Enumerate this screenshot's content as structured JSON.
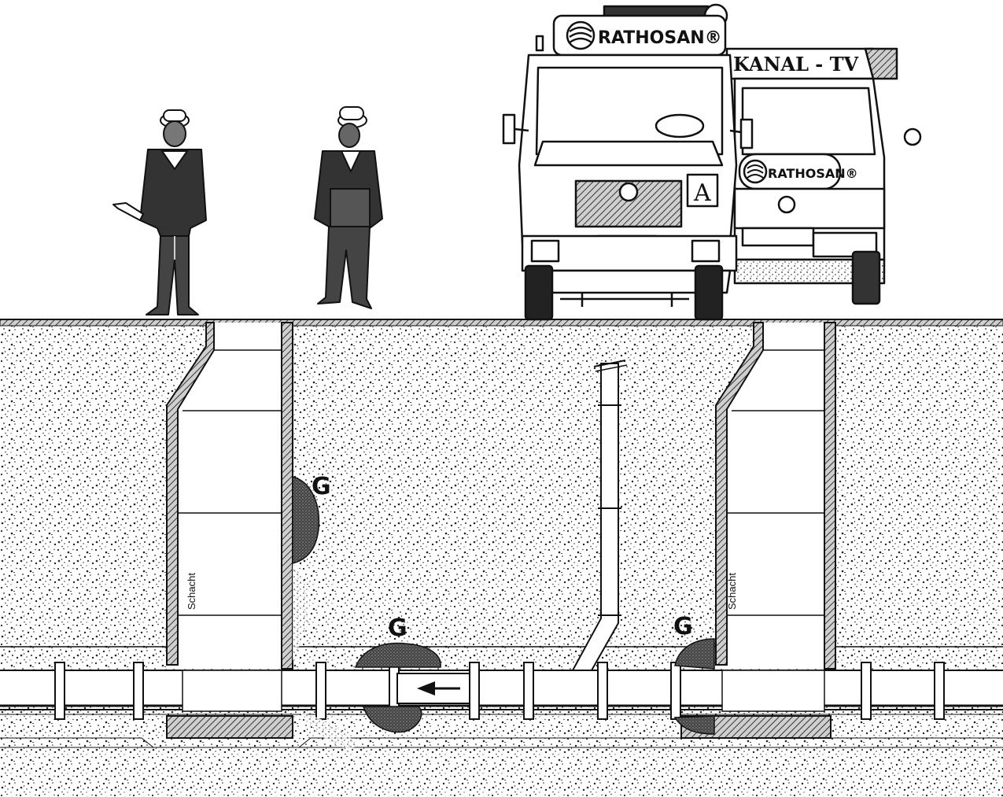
{
  "truck_front": {
    "brand": "RATHOSAN®",
    "badge": "A"
  },
  "truck_rear": {
    "sign": "KANAL - TV",
    "brand": "RATHOSAN®"
  },
  "labels": {
    "shaft_left": "Schacht",
    "shaft_right": "Schacht",
    "damage_marker": "G"
  },
  "colors": {
    "ink": "#111111",
    "soil_bg": "#ffffff",
    "hatch": "#555555",
    "manhole_fill": "#ffffff"
  }
}
